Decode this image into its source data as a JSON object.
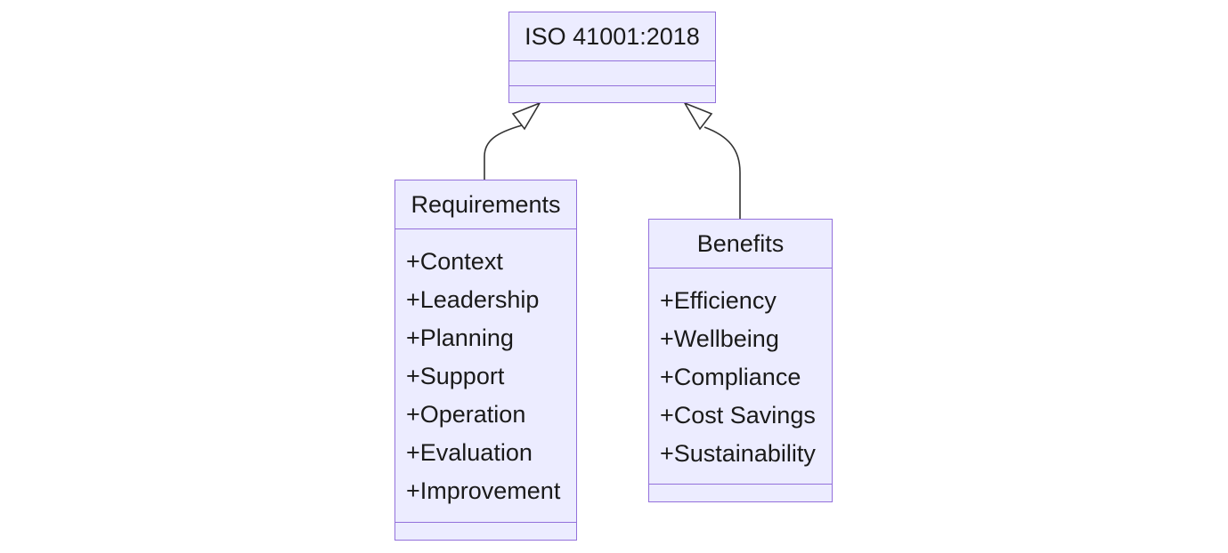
{
  "diagram": {
    "type": "uml-class-diagram",
    "parent": {
      "name": "ISO 41001:2018",
      "attributes": [],
      "methods": []
    },
    "children": [
      {
        "name": "Requirements",
        "attributes": [
          "+Context",
          "+Leadership",
          "+Planning",
          "+Support",
          "+Operation",
          "+Evaluation",
          "+Improvement"
        ],
        "methods": []
      },
      {
        "name": "Benefits",
        "attributes": [
          "+Efficiency",
          "+Wellbeing",
          "+Compliance",
          "+Cost Savings",
          "+Sustainability"
        ],
        "methods": []
      }
    ],
    "relationships": [
      {
        "from": "Requirements",
        "to": "ISO 41001:2018",
        "type": "inheritance"
      },
      {
        "from": "Benefits",
        "to": "ISO 41001:2018",
        "type": "inheritance"
      }
    ]
  },
  "colors": {
    "canvas_background": "#ffffff",
    "class_fill": "#ECECFF",
    "class_border": "#9370DB",
    "relation_line": "#333333",
    "arrowhead_fill": "#ffffff",
    "text": "#1a1a1a"
  }
}
